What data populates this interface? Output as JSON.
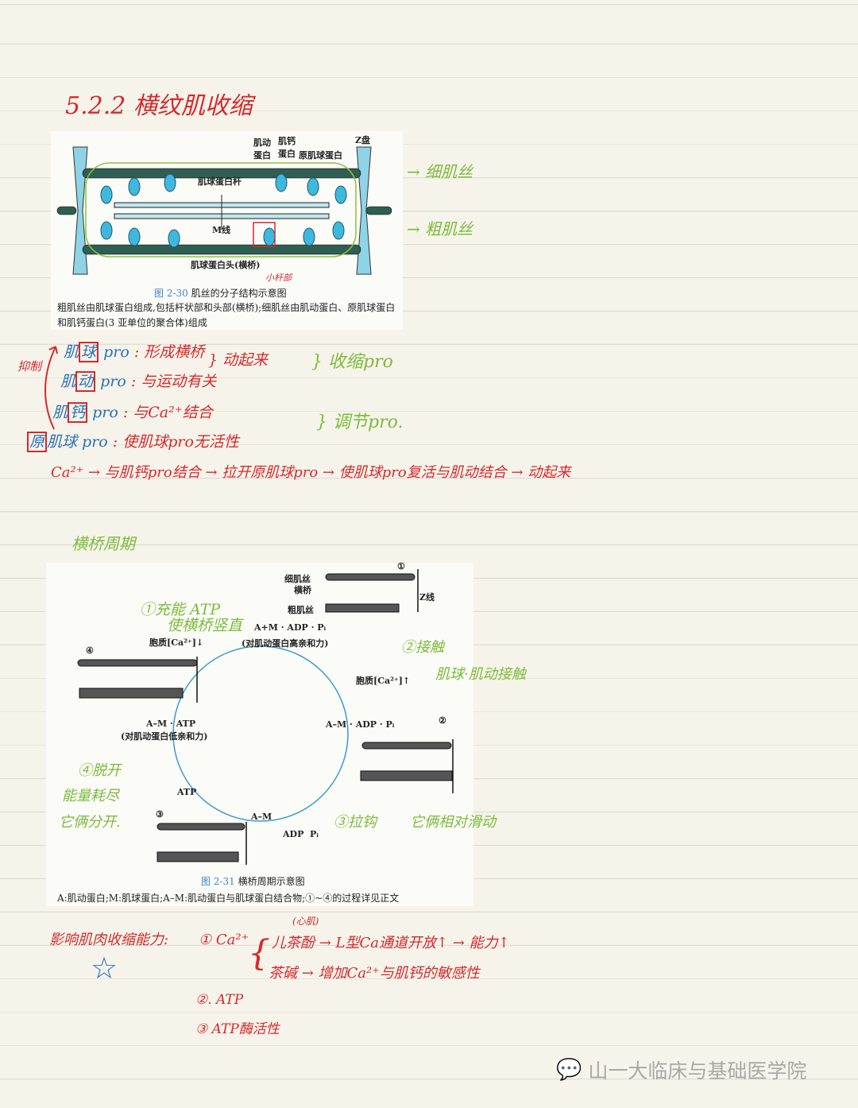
{
  "heading": "5.2.2 横纹肌收缩",
  "figure1": {
    "labels": {
      "actin": "肌动\n蛋白",
      "troponin": "肌钙\n蛋白",
      "tropomyosin": "原肌球蛋白",
      "z_disc": "Z盘",
      "myosin_rod": "肌球蛋白杆",
      "m_line": "M线",
      "myosin_head": "肌球蛋白头(横桥)"
    },
    "caption_no": "图 2-30",
    "caption_title": "肌丝的分子结构示意图",
    "caption_text": "粗肌丝由肌球蛋白组成,包括杆状部和头部(横桥);细肌丝由肌动蛋白、原肌球蛋白和肌钙蛋白(3 亚单位的聚合体)组成",
    "annotation_small": "小杆部",
    "thin_filament_note": "→ 细肌丝",
    "thick_filament_note": "→ 粗肌丝"
  },
  "notes1": {
    "inhibit": "抑制",
    "rows": [
      {
        "pre": "肌",
        "box": "球",
        "post": " pro",
        "desc": ": 形成横桥"
      },
      {
        "pre": "肌",
        "box": "动",
        "post": " pro",
        "desc": ": 与运动有关"
      },
      {
        "pre": "肌",
        "box": "钙",
        "post": " pro",
        "desc": ": 与Ca²⁺结合"
      },
      {
        "pre": "",
        "box": "原",
        "post": "肌球 pro",
        "desc": ": 使肌球pro无活性"
      }
    ],
    "brace_move": "} 动起来",
    "brace_contract": "} 收缩pro",
    "brace_regulate": "} 调节pro.",
    "chain": "Ca²⁺ → 与肌钙pro结合 → 拉开原肌球pro → 使肌球pro复活与肌动结合 → 动起来"
  },
  "section2_title": "横桥周期",
  "figure2": {
    "labels": {
      "thin": "细肌丝",
      "cross": "横桥",
      "thick": "粗肌丝",
      "zline": "Z线",
      "s1": "①",
      "s2": "②",
      "s3": "③",
      "s4": "④",
      "top": "A+M · ADP · Pᵢ",
      "top_sub": "(对肌动蛋白高亲和力)",
      "right": "A–M · ADP · Pᵢ",
      "bottom": "A–M",
      "adp": "ADP",
      "pi": "Pᵢ",
      "left": "A–M · ATP",
      "left_sub": "(对肌动蛋白低亲和力)",
      "atp": "ATP",
      "ca_left": "胞质[Ca²⁺]↓",
      "ca_right": "胞质[Ca²⁺]↑"
    },
    "caption_no": "图 2-31",
    "caption_title": "横桥周期示意图",
    "caption_text": "A:肌动蛋白;M:肌球蛋白;A–M:肌动蛋白与肌球蛋白结合物;①~④的过程详见正文",
    "notes": {
      "n1a": "①充能 ATP",
      "n1b": "使横桥竖直",
      "n2a": "②接触",
      "n2b": "肌球·肌动接触",
      "n3a": "③拉钩",
      "n3b": "它俩相对滑动",
      "n4a": "④脱开",
      "n4b": "能量耗尽",
      "n4c": "它俩分开."
    }
  },
  "notes2": {
    "title": "影响肌肉收缩能力:",
    "item1": "① Ca²⁺",
    "cardiac": "(心肌)",
    "line1": "儿茶酚 → L型Ca通道开放↑ → 能力↑",
    "line2": "茶碱 → 增加Ca²⁺与肌钙的敏感性",
    "item2": "②. ATP",
    "item3": "③ ATP酶活性",
    "star": "☆"
  },
  "watermark": "山一大临床与基础医学院"
}
